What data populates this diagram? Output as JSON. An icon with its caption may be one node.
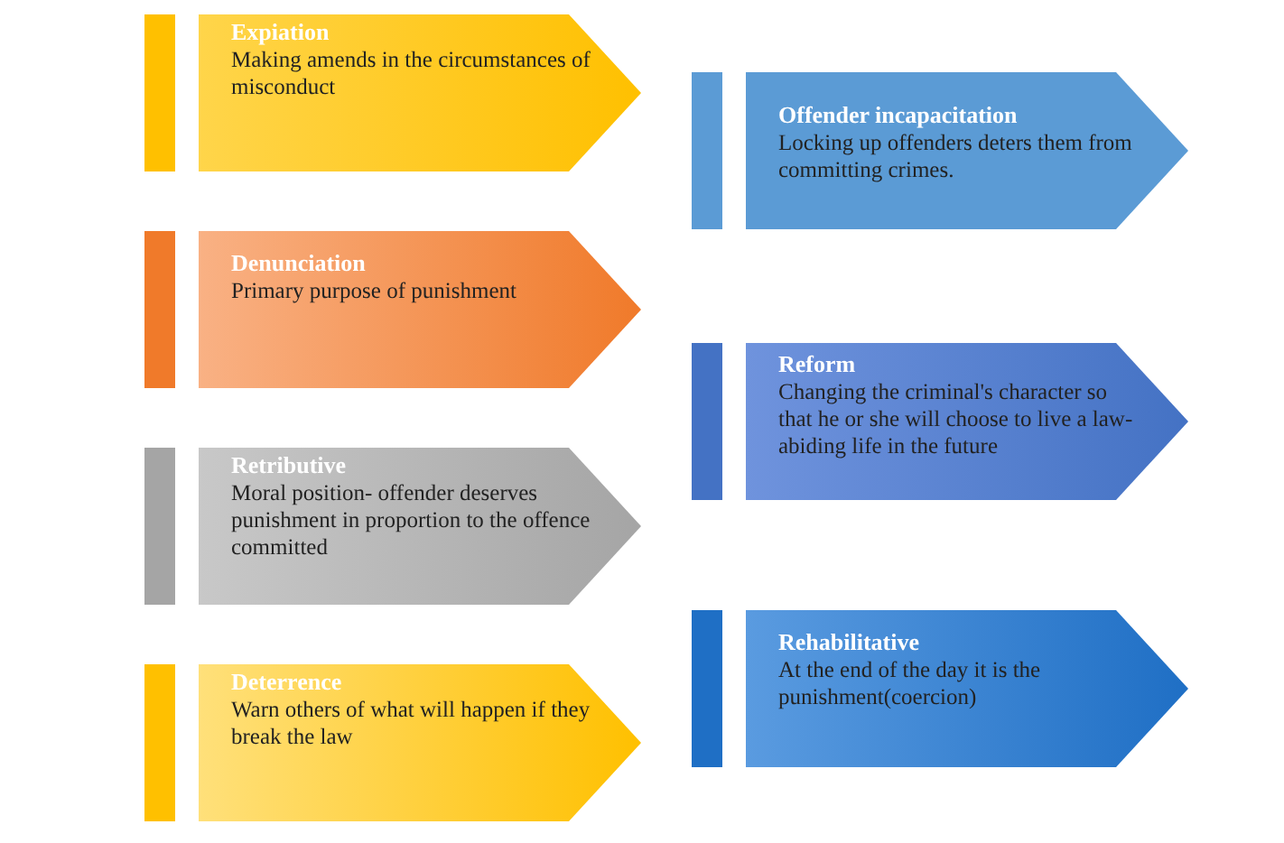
{
  "diagram": {
    "nodes": [
      {
        "text": [
          "Expiation",
          "Making amends in the circumstances of misconduct"
        ]
      },
      {
        "text": [
          "Denunciation",
          "Primary purpose of punishment"
        ]
      },
      {
        "text": [
          "Retributive",
          "Moral position- offender deserves punishment in proportion to the offence committed"
        ]
      },
      {
        "text": [
          "Deterrence",
          "Warn others of what will happen if they break the law"
        ]
      },
      {
        "text": [
          "Offender incapacitation",
          "Locking up offenders deters them from committing crimes."
        ]
      },
      {
        "text": [
          "Reform",
          "Changing the criminal's character so that he or she will choose to live a law-abiding life in the future"
        ]
      },
      {
        "text": [
          "Rehabilitative",
          "At the end of the day it is the punishment(coercion)"
        ]
      }
    ]
  }
}
